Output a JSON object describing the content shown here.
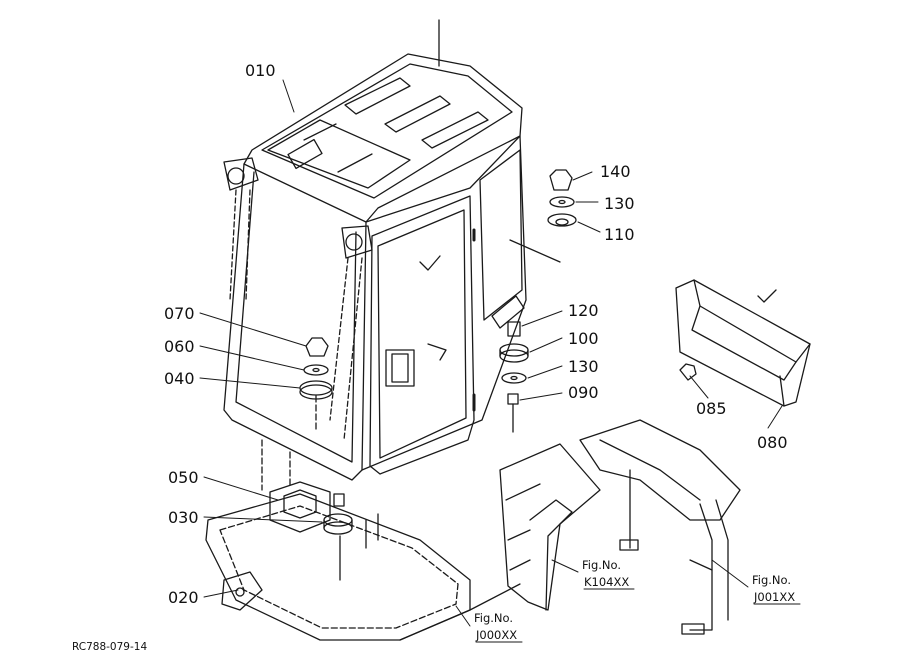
{
  "diagram": {
    "code": "RC788-079-14",
    "parts": [
      {
        "num": "010"
      },
      {
        "num": "140"
      },
      {
        "num": "130"
      },
      {
        "num": "110"
      },
      {
        "num": "070"
      },
      {
        "num": "060"
      },
      {
        "num": "040"
      },
      {
        "num": "120"
      },
      {
        "num": "100"
      },
      {
        "num": "130"
      },
      {
        "num": "090"
      },
      {
        "num": "085"
      },
      {
        "num": "080"
      },
      {
        "num": "050"
      },
      {
        "num": "030"
      },
      {
        "num": "020"
      }
    ],
    "fig_refs": [
      {
        "line1": "Fig.No.",
        "line2": "K104XX"
      },
      {
        "line1": "Fig.No.",
        "line2": "J001XX"
      },
      {
        "line1": "Fig.No.",
        "line2": "J000XX"
      }
    ]
  }
}
